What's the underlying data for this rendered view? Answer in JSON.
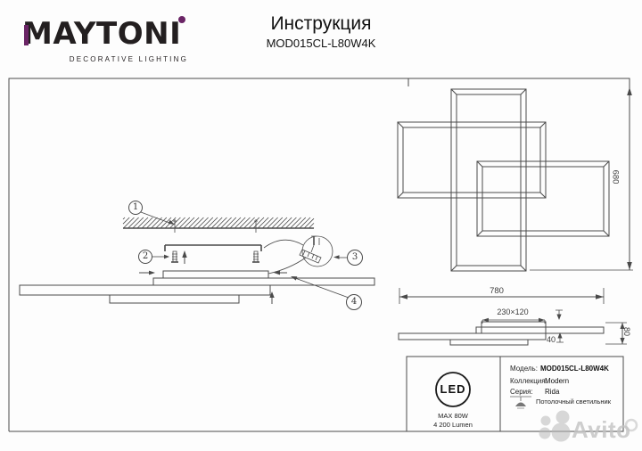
{
  "header": {
    "brand": "MAYTONI",
    "brand_tagline": "DECORATIVE LIGHTING",
    "doc_title": "Инструкция",
    "model": "MOD015CL-L80W4K"
  },
  "installation": {
    "callout_1": "1",
    "callout_2": "2",
    "callout_3": "3",
    "callout_4": "4"
  },
  "dimensions": {
    "fixture_height": "680",
    "fixture_width": "780",
    "canopy_size": "230×120",
    "canopy_height": "40",
    "profile_height": "80"
  },
  "spec_panel": {
    "led_badge": "LED",
    "max_power": "MAX 80W",
    "luminous_flux": "4 200 Lumen",
    "rows": [
      {
        "label": "Модель:",
        "value": "MOD015CL-L80W4K"
      },
      {
        "label": "Коллекция:",
        "value": "Modern"
      },
      {
        "label": "Серия:",
        "value": "Rida"
      }
    ],
    "product_type": "Потолочный светильник"
  },
  "watermark": {
    "text": "Avito"
  },
  "colors": {
    "accent_purple": "#6b2566",
    "line": "#4a4a4a",
    "watermark_gray": "#c3c3c3"
  }
}
